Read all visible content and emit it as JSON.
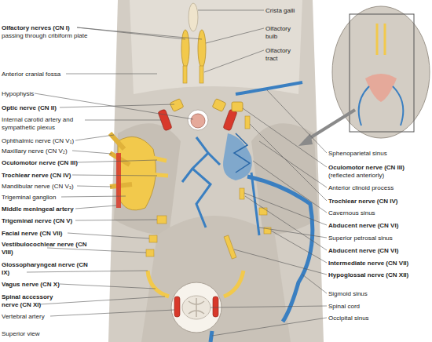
{
  "diagram": {
    "labels": [
      "Olfactory nerves (CN I)",
      "passing through cribiform plate",
      "Anterior cranial fossa",
      "Hypophysis",
      "Optic nerve (CN II)",
      "Internal carotid artery and sympathetic plexus",
      "Ophthalmic nerve (CN V₁)",
      "Maxillary nerve (CN V₂)",
      "Oculomotor nerve (CN III)",
      "Trochlear nerve (CN IV)",
      "Mandibular nerve (CN V₃)",
      "Trigeminal ganglion",
      "Middle meningeal artery",
      "Trigeminal nerve (CN V)",
      "Facial nerve (CN VII)",
      "Vestibulocochlear nerve (CN VIII)",
      "Glossopharyngeal nerve (CN IX)",
      "Vagus nerve (CN X)",
      "Spinal accessory nerve (CN XI)",
      "Vertebral artery",
      "Crista galli",
      "Olfactory bulb",
      "Olfactory tract",
      "Sphenoparietal sinus",
      "Oculomotor nerve (CN III)",
      "(reflected anteriorly)",
      "Anterior clinoid process",
      "Trochlear nerve (CN IV)",
      "Cavernous sinus",
      "Abducent nerve (CN VI)",
      "Superior petrosal sinus",
      "Abducent nerve (CN VI)",
      "Intermediate nerve (CN VII)",
      "Hypoglossal nerve (CN XII)",
      "Sigmoid sinus",
      "Spinal cord",
      "Occipital sinus",
      "Superior view"
    ]
  }
}
